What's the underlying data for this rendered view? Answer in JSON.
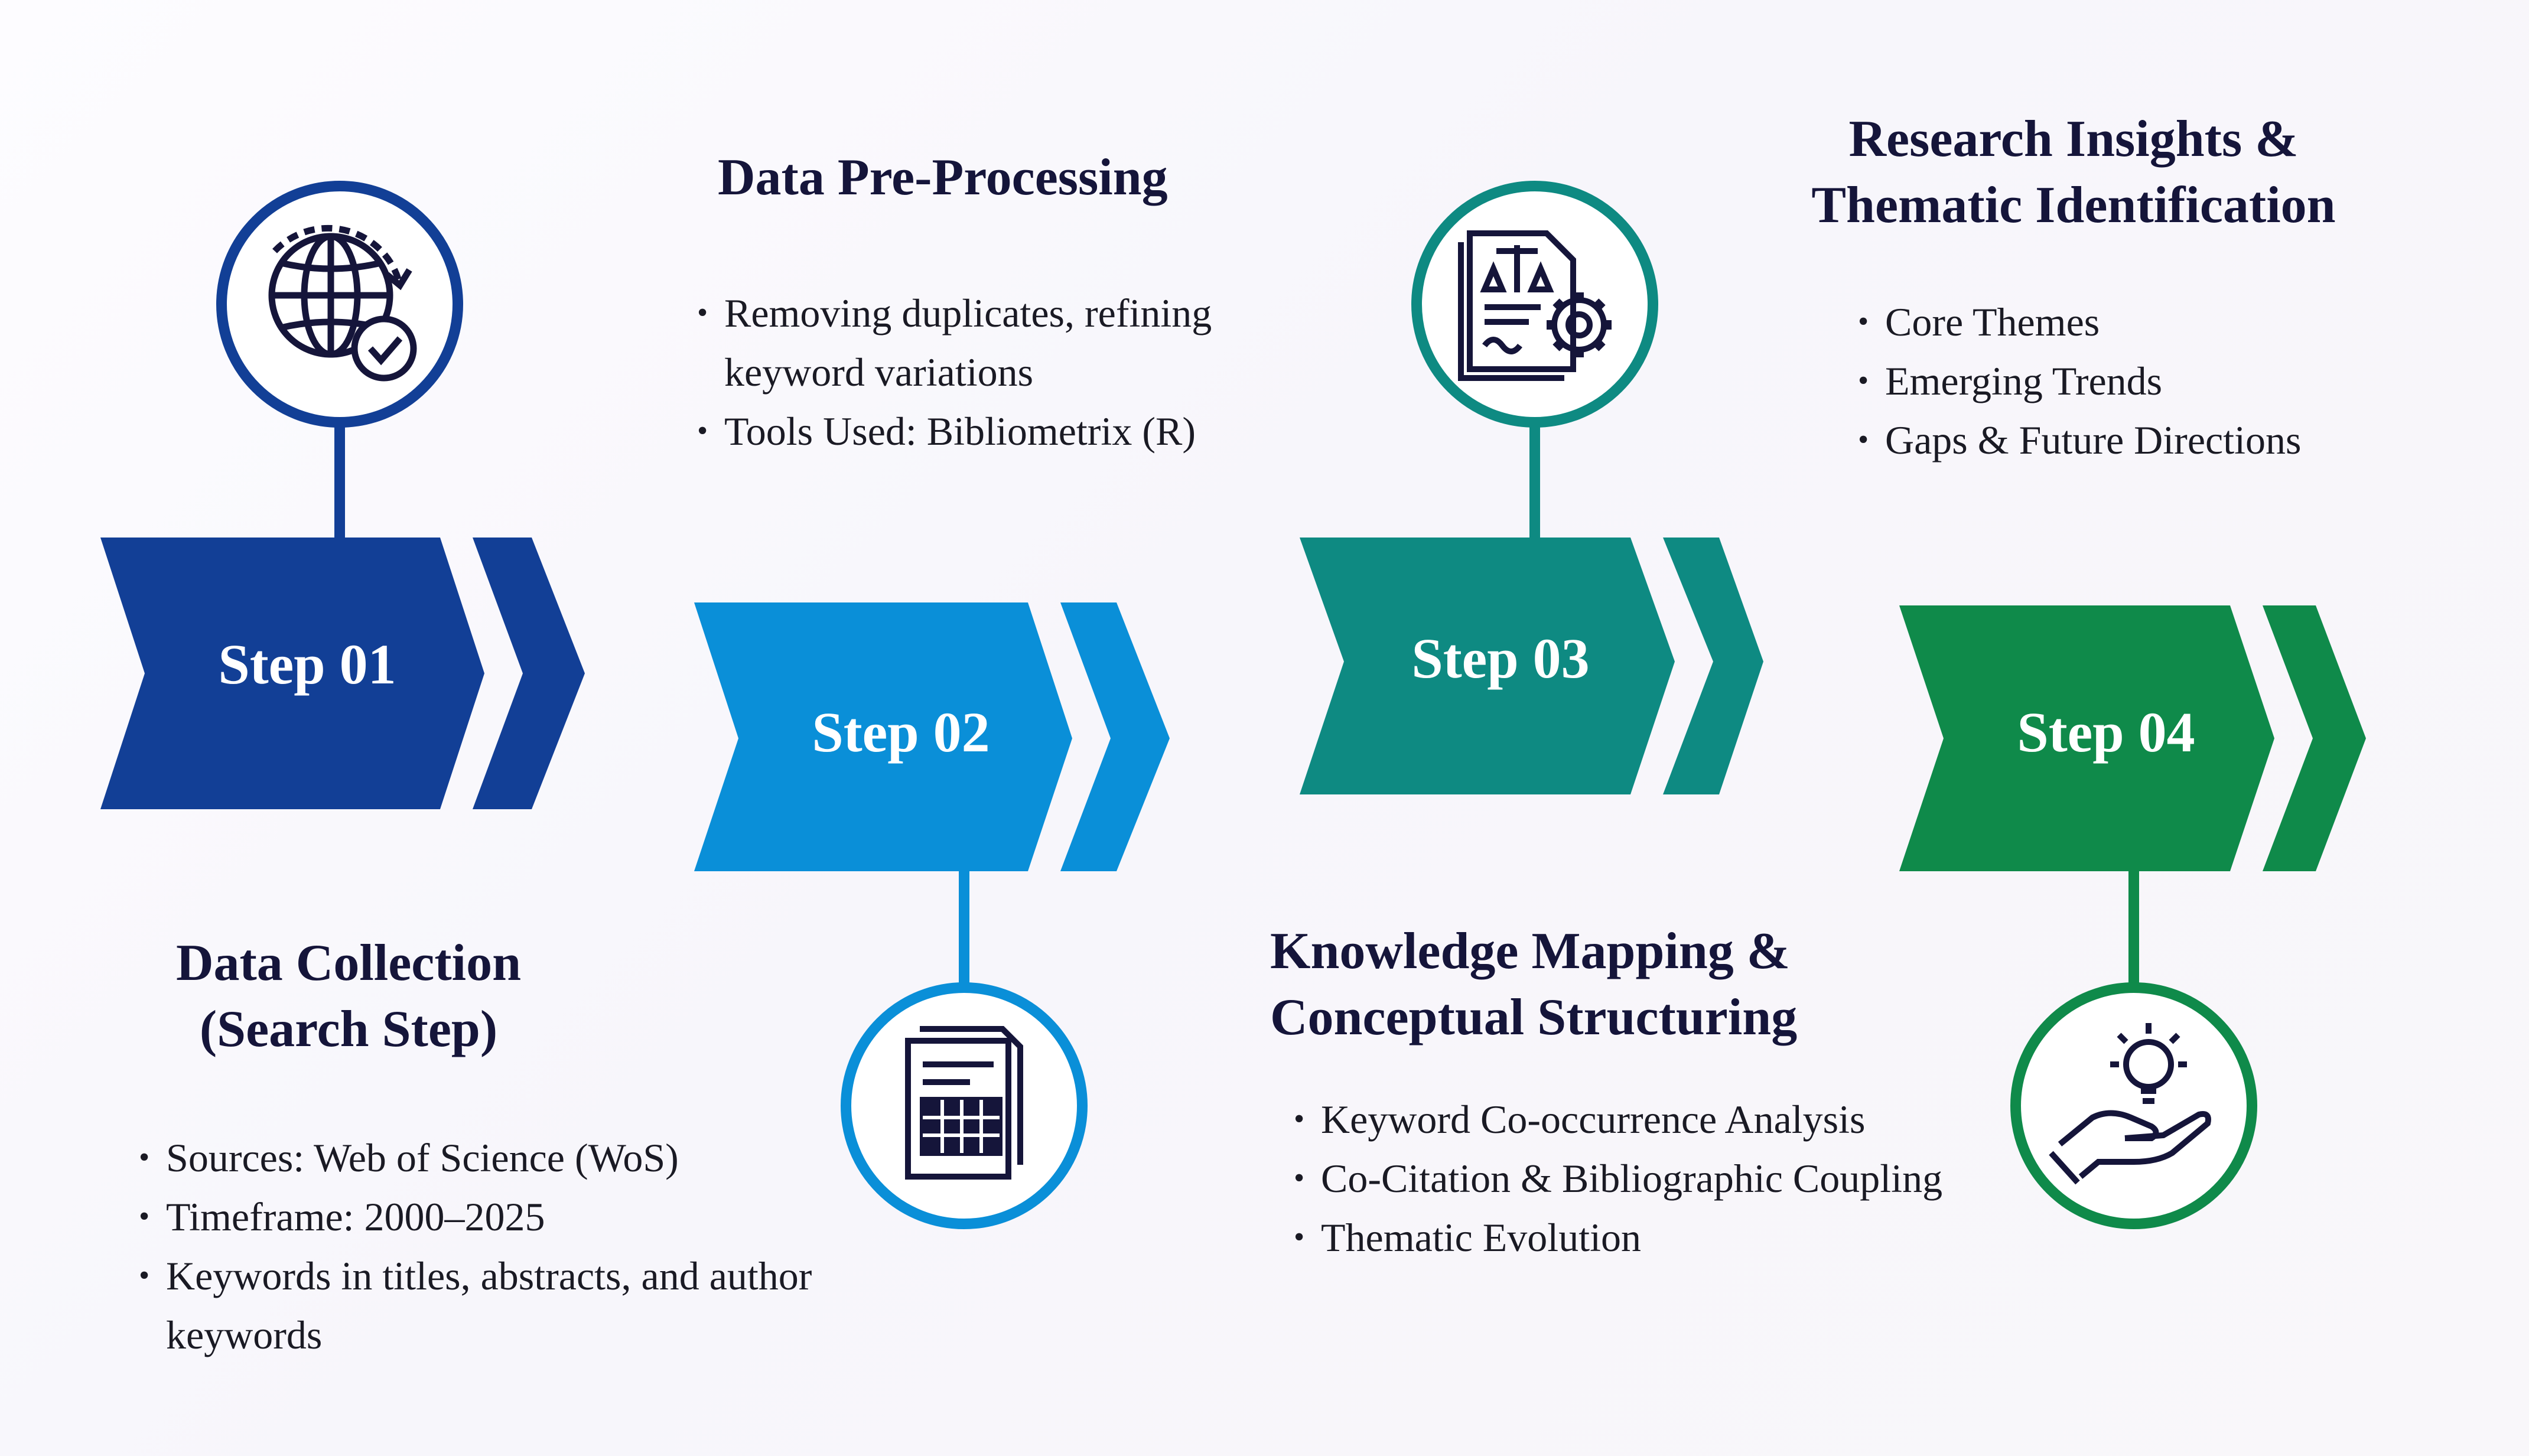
{
  "steps": [
    {
      "label": "Step 01",
      "title_lines": [
        "Data Collection",
        "(Search Step)"
      ],
      "bullets": [
        "Sources: Web of Science (WoS)",
        "Timeframe: 2000–2025",
        "Keywords in titles, abstracts, and author keywords"
      ],
      "color": "#123f96",
      "icon": "globe-check-icon"
    },
    {
      "label": "Step 02",
      "title_lines": [
        "Data Pre-Processing"
      ],
      "bullets": [
        "Removing duplicates, refining keyword variations",
        "Tools Used: Bibliometrix (R)"
      ],
      "color": "#0a8fd8",
      "icon": "spreadsheet-document-icon"
    },
    {
      "label": "Step 03",
      "title_lines": [
        "Knowledge Mapping &",
        "Conceptual Structuring"
      ],
      "bullets": [
        "Keyword Co-occurrence Analysis",
        "Co-Citation & Bibliographic Coupling",
        "Thematic Evolution"
      ],
      "color": "#0e8a82",
      "icon": "document-scales-gear-icon"
    },
    {
      "label": "Step 04",
      "title_lines": [
        "Research Insights &",
        "Thematic Identification"
      ],
      "bullets": [
        "Core Themes",
        "Emerging Trends",
        "Gaps & Future Directions"
      ],
      "color": "#0f8a4a",
      "icon": "hand-lightbulb-icon"
    }
  ]
}
